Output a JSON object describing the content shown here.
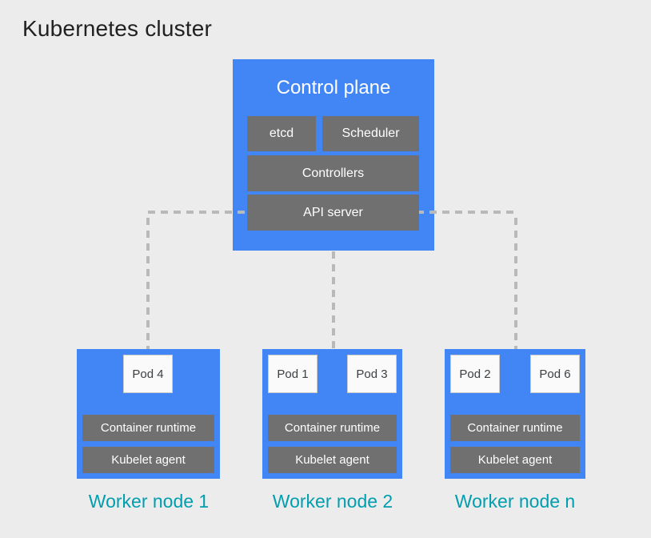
{
  "title": "Kubernetes cluster",
  "colors": {
    "background": "#ececec",
    "node_blue": "#4285f4",
    "component_gray": "#707070",
    "pod_white": "#fafafa",
    "connector_gray": "#b9b9b9",
    "label_teal": "#009eae",
    "title_text": "#212121",
    "pod_text": "#3c4043"
  },
  "control_plane": {
    "title": "Control plane",
    "components": {
      "etcd": "etcd",
      "scheduler": "Scheduler",
      "controllers": "Controllers",
      "api_server": "API server"
    }
  },
  "worker_nodes": [
    {
      "label": "Worker node 1",
      "pods": [
        "Pod 4"
      ],
      "components": [
        "Container runtime",
        "Kubelet agent"
      ]
    },
    {
      "label": "Worker node 2",
      "pods": [
        "Pod 1",
        "Pod 3"
      ],
      "components": [
        "Container runtime",
        "Kubelet agent"
      ]
    },
    {
      "label": "Worker node n",
      "pods": [
        "Pod 2",
        "Pod 6"
      ],
      "components": [
        "Container runtime",
        "Kubelet agent"
      ]
    }
  ]
}
